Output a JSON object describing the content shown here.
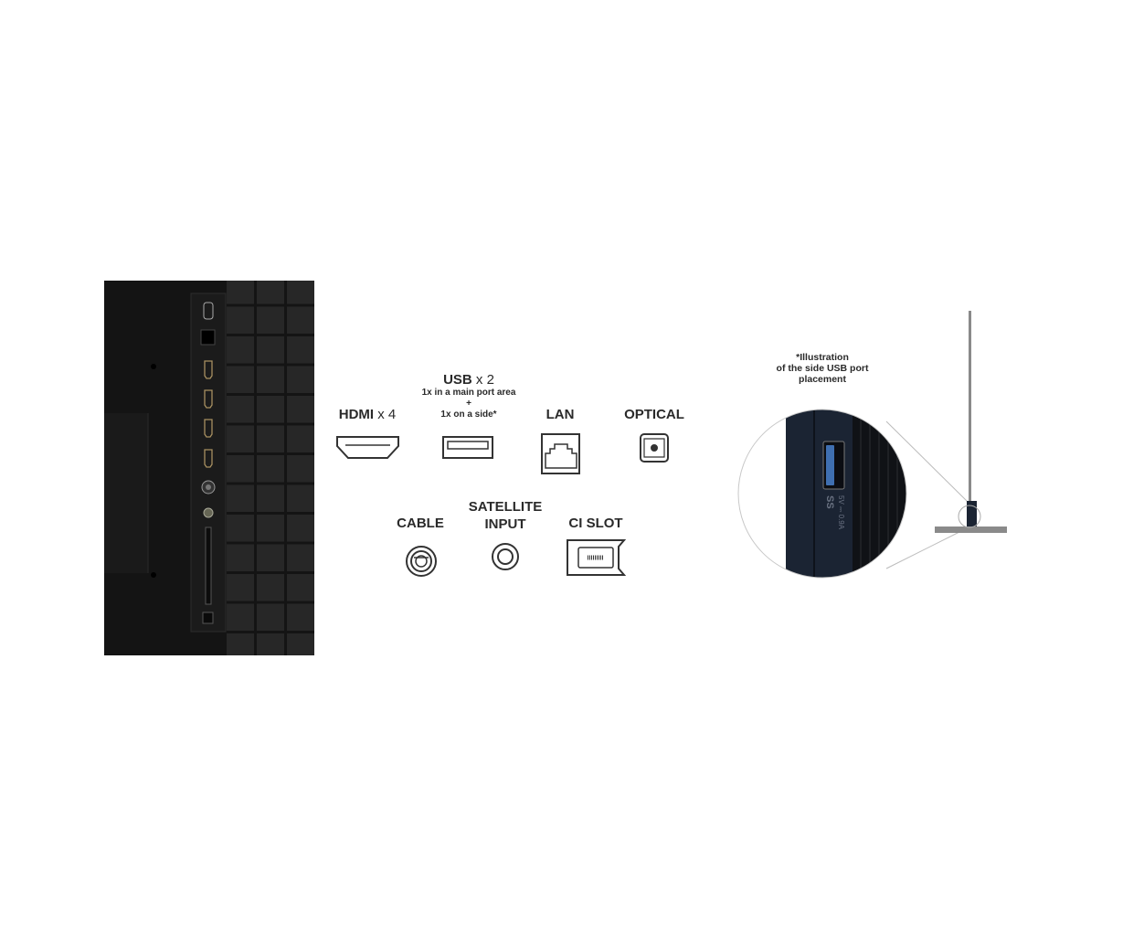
{
  "ports": {
    "hdmi": {
      "name": "HDMI",
      "count": "x 4"
    },
    "usb": {
      "name": "USB",
      "count": "x 2",
      "note1": "1x in a main port area",
      "note2": "+",
      "note3": "1x on a side*"
    },
    "lan": {
      "name": "LAN"
    },
    "optical": {
      "name": "OPTICAL"
    },
    "cable": {
      "name": "CABLE"
    },
    "satellite": {
      "line1": "SATELLITE",
      "line2": "INPUT"
    },
    "ci": {
      "name": "CI SLOT"
    }
  },
  "side_illustration": {
    "caption1": "*Illustration",
    "caption2": "of the side USB port",
    "caption3": "placement",
    "usb_marking": "SS",
    "usb_rating": "5V ⎓ 0.9A"
  },
  "colors": {
    "panel": "#151515",
    "port_strip": "#1c1c1c",
    "side_panel": "#1b2433",
    "usb_blue": "#3f6fb0",
    "stand": "#8a8a8a"
  }
}
